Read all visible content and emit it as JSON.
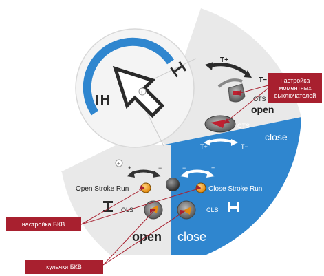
{
  "colors": {
    "blue": "#2f86cf",
    "grey_panel": "#e9e9e9",
    "dial_face": "#f3f3f3",
    "callout_red": "#a8202f",
    "knob_orange": "#f2a01c",
    "arrow_dark": "#2b2b2b"
  },
  "dial": {
    "plus_mark": "+",
    "icons": [
      "open-position-symbol-icon",
      "closed-position-symbol-icon",
      "position-arrow-icon"
    ]
  },
  "right_panel": {
    "t_plus": "T+",
    "t_minus": "T−",
    "ots": "OTS",
    "open": "open",
    "cts": "CTS",
    "close": "close",
    "t_plus_2": "T+",
    "t_minus_2": "T−"
  },
  "bottom_panel": {
    "plus_icon": "+",
    "plus_left": "+",
    "minus_left": "−",
    "minus_right": "−",
    "plus_right": "+",
    "open_stroke_run": "Open Stroke Run",
    "close_stroke_run": "Close Stroke Run",
    "ols": "OLS",
    "cls": "CLS",
    "open": "open",
    "close": "close"
  },
  "callouts": {
    "torque_switches": [
      "настройка",
      "моментных",
      "выключателей"
    ],
    "bkv_setting": "настройка БКВ",
    "bkv_cams": "кулачки БКВ"
  }
}
